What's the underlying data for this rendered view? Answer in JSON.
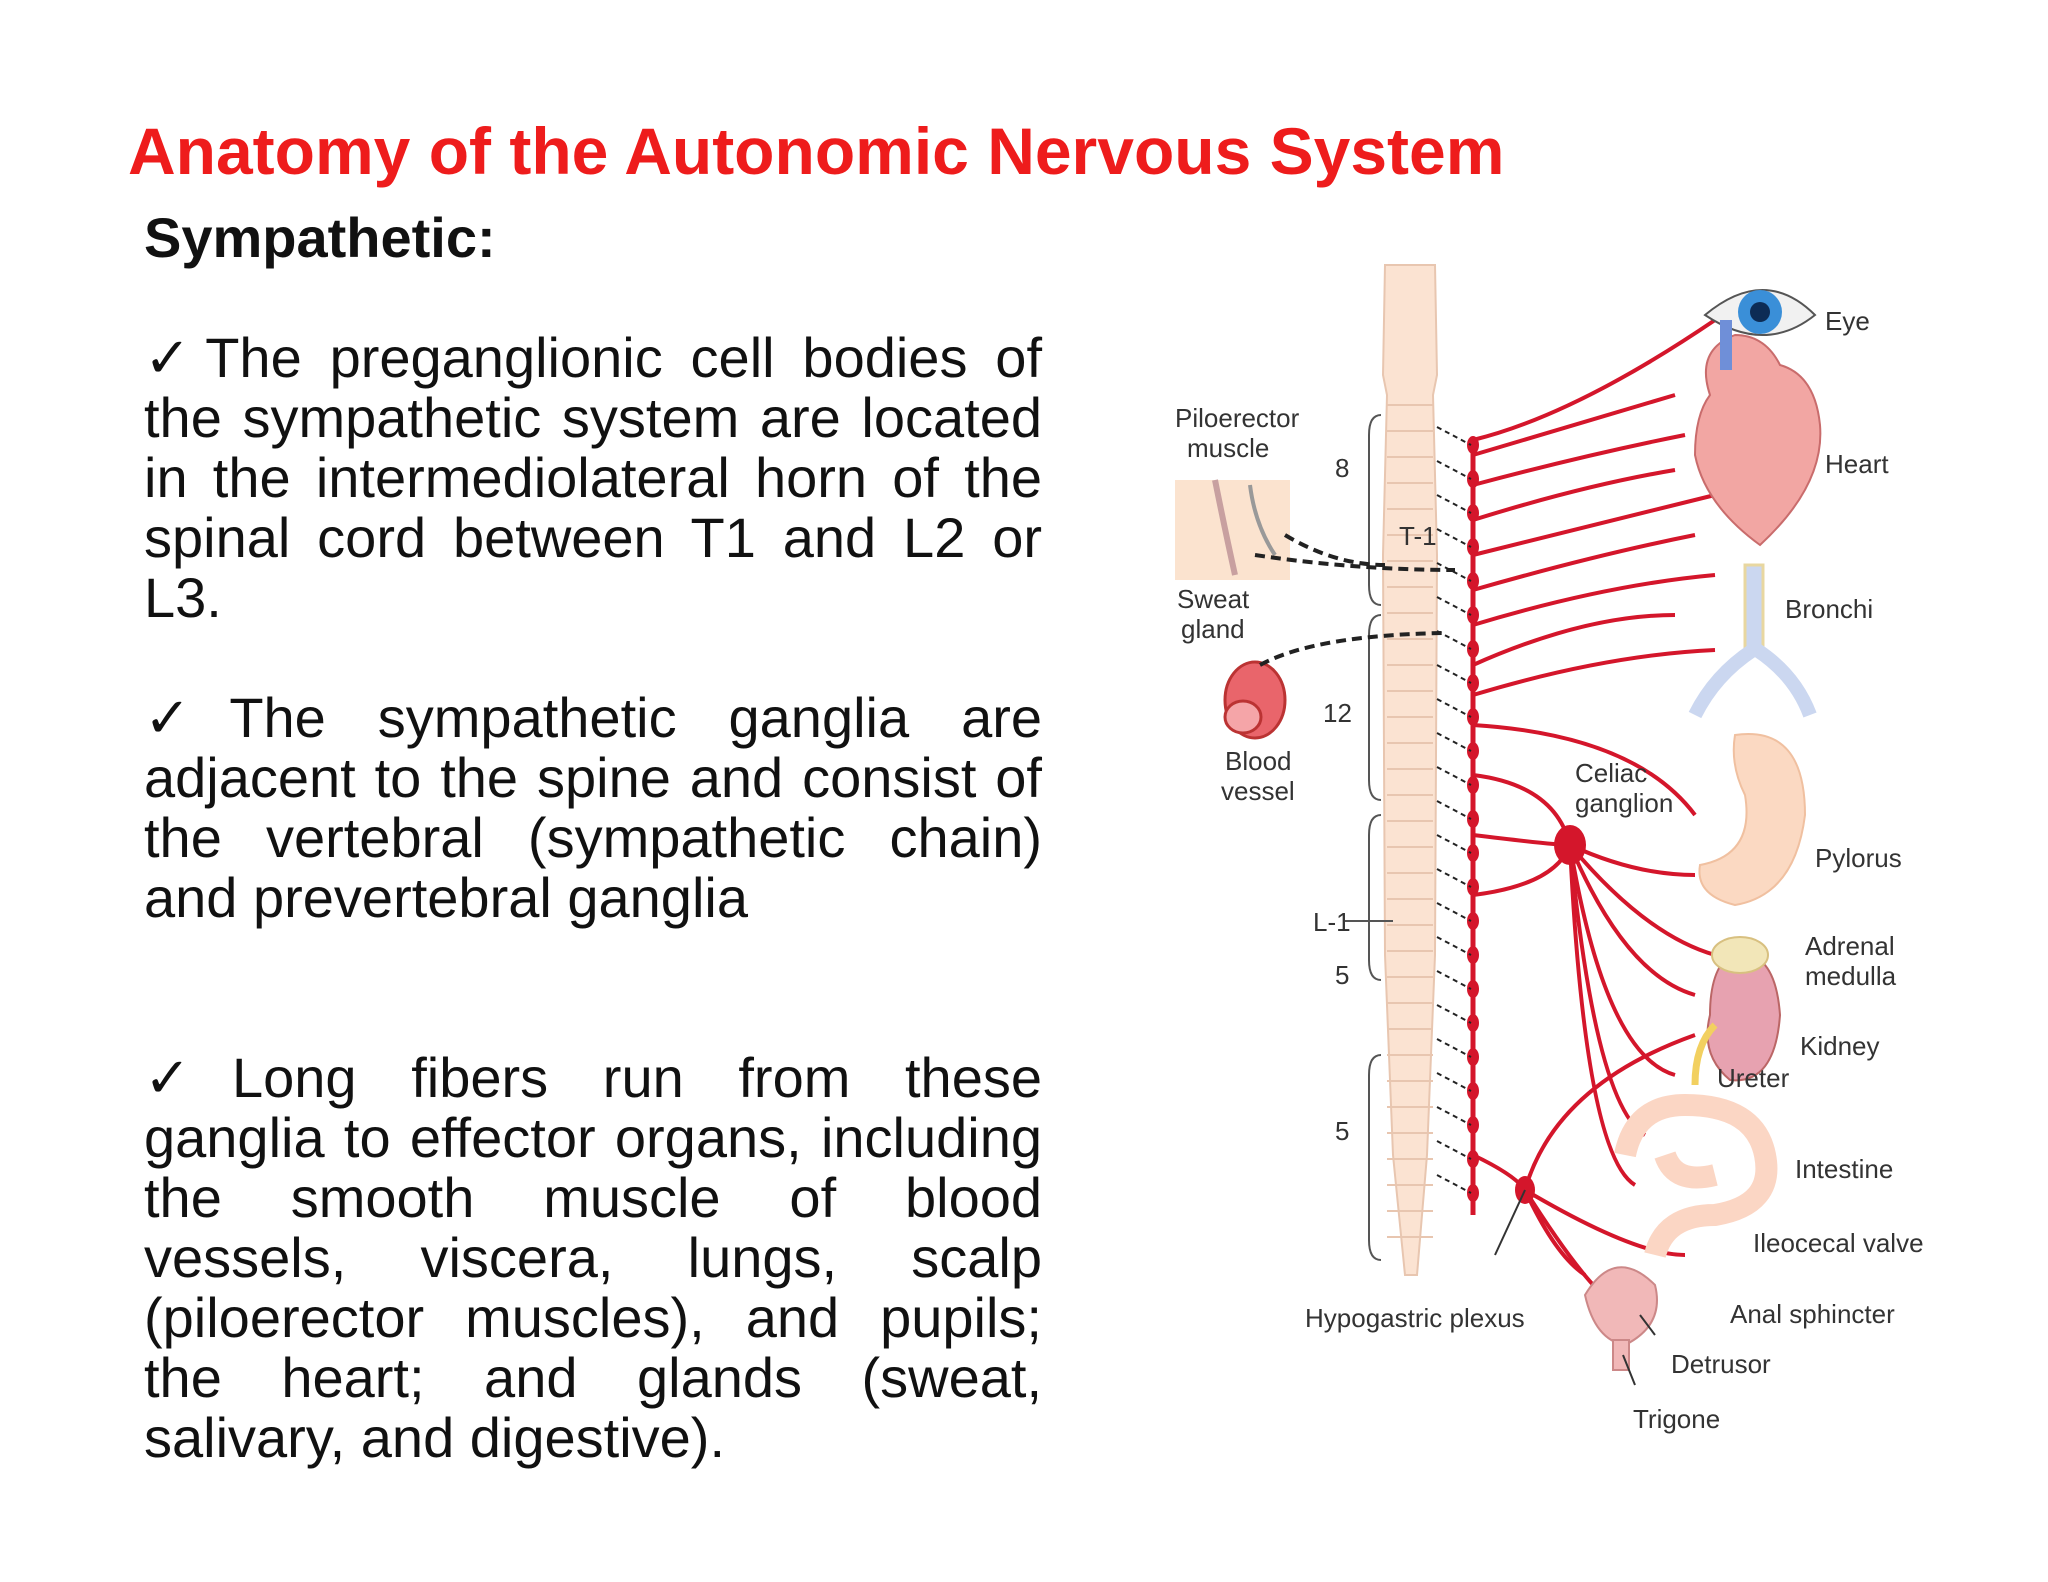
{
  "title": "Anatomy of the Autonomic Nervous System",
  "subtitle": "Sympathetic:",
  "check_glyph": "✓",
  "paragraphs": [
    "The preganglionic cell bodies of the sympathetic system are located in the intermediolateral horn of the spinal cord between T1 and L2 or L3.",
    "The sympathetic ganglia are adjacent to the spine and consist of the vertebral (sympathetic chain) and prevertebral ganglia",
    "Long fibers run from these ganglia to effector organs, including the smooth muscle of blood vessels, viscera, lungs, scalp (piloerector muscles), and pupils; the heart; and glands (sweat, salivary, and digestive)."
  ],
  "diagram": {
    "labels": {
      "piloerector_1": "Piloerector",
      "piloerector_2": "muscle",
      "sweat_1": "Sweat",
      "sweat_2": "gland",
      "blood_1": "Blood",
      "blood_2": "vessel",
      "seg_8": "8",
      "seg_12": "12",
      "seg_l1": "L-1",
      "seg_5a": "5",
      "seg_5b": "5",
      "t1": "T-1",
      "eye": "Eye",
      "heart": "Heart",
      "bronchi": "Bronchi",
      "celiac_1": "Celiac",
      "celiac_2": "ganglion",
      "pylorus": "Pylorus",
      "adrenal_1": "Adrenal",
      "adrenal_2": "medulla",
      "kidney": "Kidney",
      "ureter": "Ureter",
      "intestine": "Intestine",
      "ileocecal": "Ileocecal valve",
      "anal": "Anal sphincter",
      "hypogastric": "Hypogastric plexus",
      "detrusor": "Detrusor",
      "trigone": "Trigone"
    },
    "colors": {
      "nerve": "#d4162b",
      "spine": "#fbe3d2",
      "title": "#ee1c1c"
    }
  }
}
